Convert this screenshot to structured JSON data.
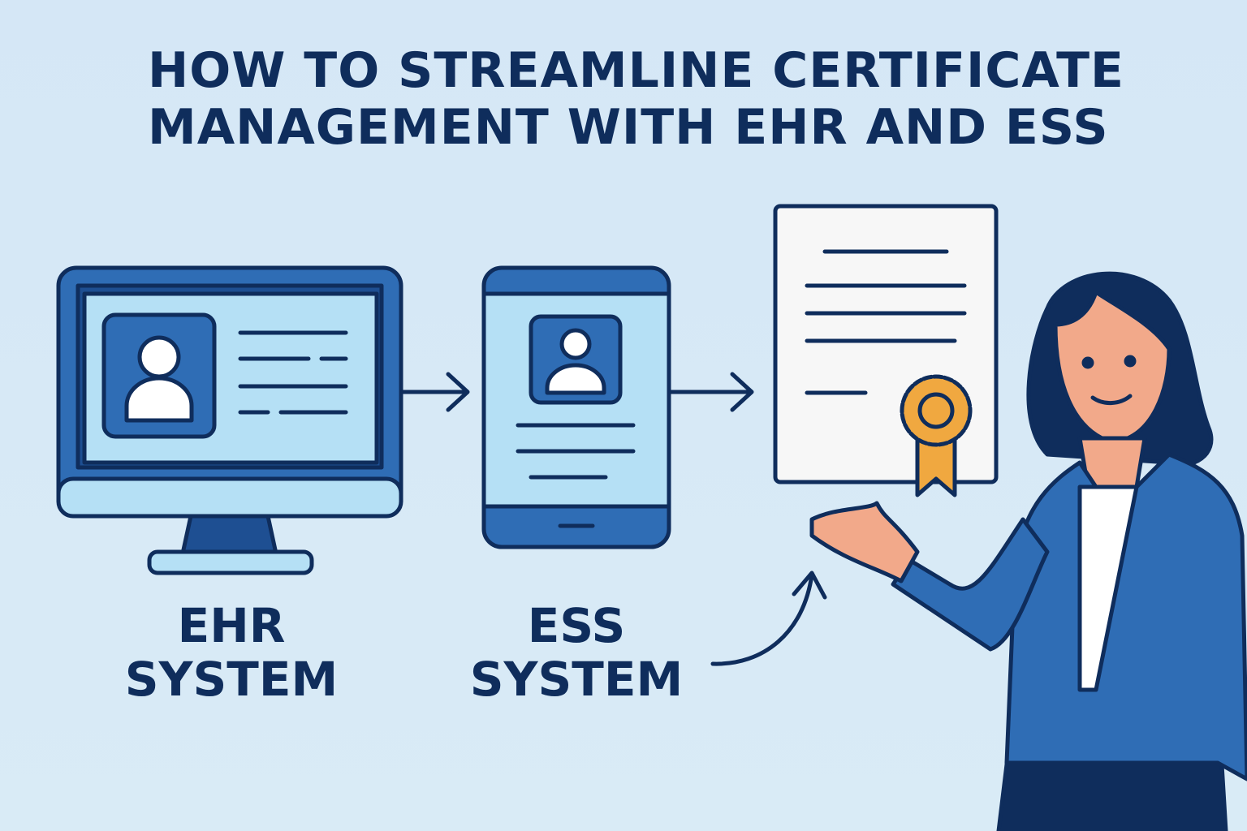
{
  "title": {
    "line1": "HOW TO STREAMLINE CERTIFICATE",
    "line2": "MANAGEMENT WITH EHR AND ESS"
  },
  "ehr": {
    "line1": "EHR",
    "line2": "SYSTEM"
  },
  "ess": {
    "line1": "ESS",
    "line2": "SYSTEM"
  },
  "colors": {
    "navy": "#0f2d5c",
    "blue": "#2f6db5",
    "screen": "#b5e0f5",
    "background": "#d6e8f5",
    "seal": "#f0a840"
  }
}
